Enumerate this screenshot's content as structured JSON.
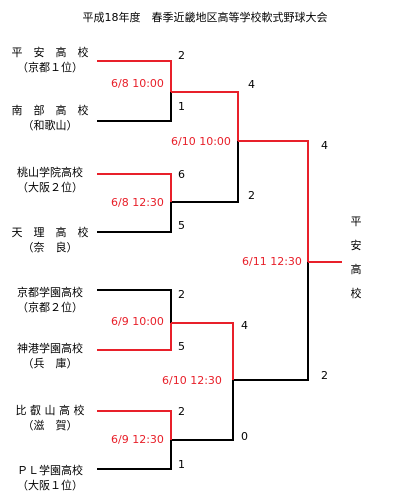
{
  "title": "平成18年度　春季近畿地区高等学校軟式野球大会",
  "teams": [
    {
      "name": "平　安　高　校",
      "region": "（京都１位）"
    },
    {
      "name": "南　部　高　校",
      "region": "（和歌山）"
    },
    {
      "name": "桃山学院高校",
      "region": "（大阪２位）"
    },
    {
      "name": "天　理　高　校",
      "region": "（奈　良）"
    },
    {
      "name": "京都学園高校",
      "region": "（京都２位）"
    },
    {
      "name": "神港学園高校",
      "region": "（兵　庫）"
    },
    {
      "name": "比 叡 山 高 校",
      "region": "（滋　賀）"
    },
    {
      "name": "ＰＬ学園高校",
      "region": "（大阪１位）"
    }
  ],
  "round1": [
    {
      "datetime": "6/8 10:00",
      "scores": [
        "2",
        "1"
      ]
    },
    {
      "datetime": "6/8 12:30",
      "scores": [
        "6",
        "5"
      ]
    },
    {
      "datetime": "6/9 10:00",
      "scores": [
        "2",
        "5"
      ]
    },
    {
      "datetime": "6/9 12:30",
      "scores": [
        "2",
        "1"
      ]
    }
  ],
  "semis": [
    {
      "datetime": "6/10 10:00",
      "scores": [
        "4",
        "2"
      ]
    },
    {
      "datetime": "6/10 12:30",
      "scores": [
        "4",
        "0"
      ]
    }
  ],
  "final": {
    "datetime": "6/11 12:30",
    "scores": [
      "4",
      "2"
    ]
  },
  "champion": [
    "平",
    "安",
    "高",
    "校"
  ],
  "colors": {
    "winner": "#e8202a",
    "loser": "#000000",
    "datetime": "#e8202a",
    "text": "#000000"
  }
}
